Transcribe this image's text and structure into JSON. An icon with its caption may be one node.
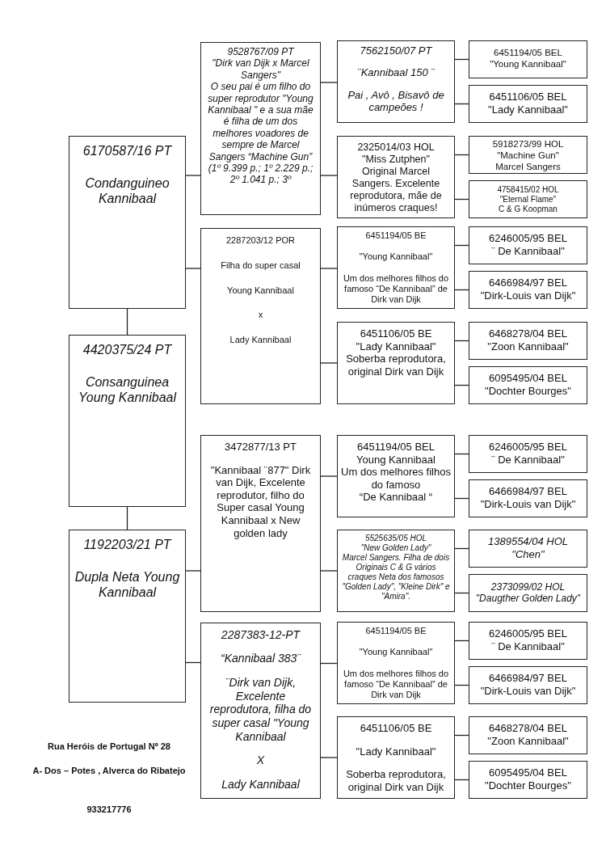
{
  "diagram": {
    "nodes": [
      {
        "text": [
          "6170587/16 PT",
          "Condanguineo Kannibaal"
        ]
      },
      {
        "text": [
          "9528767/09 PT",
          "\"Dirk van Dijk x Marcel Sangers\"",
          "O seu pai é um filho do super reprodutor \"Young Kannibaal \" e a sua mãe é filha de um dos melhores voadores de sempre de Marcel Sangers “Machine Gun” (1º 9.399 p.; 1º 2.229 p.; 2º 1.041 p.; 3º"
        ]
      },
      {
        "text": [
          "7562150/07 PT",
          "¨Kannibaal 150 ¨",
          "Pai , Avô , Bisavô de campeões !"
        ]
      },
      {
        "text": [
          "6451194/05 BEL",
          "\"Young Kannibaal\""
        ]
      },
      {
        "text": [
          "6451106/05 BEL",
          "\"Lady Kannibaal\""
        ]
      },
      {
        "text": [
          "2325014/03 HOL",
          "\"Miss Zutphen\"",
          "Original Marcel Sangers. Excelente reprodutora, mãe de inúmeros craques!"
        ]
      },
      {
        "text": [
          "5918273/99 HOL",
          "\"Machine Gun\"",
          "Marcel Sangers"
        ]
      },
      {
        "text": [
          "4758415/02 HOL",
          "\"Eternal Flame\"",
          "C & G Koopman"
        ]
      },
      {
        "text": [
          "2287203/12 POR",
          "Filha do super casal",
          "Young Kannibaal",
          "x",
          "Lady Kannibaal"
        ]
      },
      {
        "text": [
          "6451194/05 BE",
          "\"Young Kannibaal\"",
          "Um dos melhores filhos do famoso “De Kannibaal” de Dirk van Dijk"
        ]
      },
      {
        "text": [
          "6246005/95 BEL",
          "¨ De Kannibaal\""
        ]
      },
      {
        "text": [
          "6466984/97 BEL",
          "\"Dirk-Louis van Dijk\""
        ]
      },
      {
        "text": [
          "6451106/05 BE",
          "\"Lady Kannibaal\"",
          "Soberba reprodutora, original Dirk van Dijk"
        ]
      },
      {
        "text": [
          "6468278/04 BEL",
          "\"Zoon Kannibaal\""
        ]
      },
      {
        "text": [
          "6095495/04 BEL",
          "\"Dochter Bourges\""
        ]
      },
      {
        "text": [
          "4420375/24 PT",
          "Consanguinea Young Kannibaal"
        ]
      },
      {
        "text": [
          "3472877/13 PT",
          "\"Kannibaal ¨877\" Dirk van Dijk, Excelente reprodutor, filho do Super casal Young Kannibaal x New golden lady"
        ]
      },
      {
        "text": [
          "6451194/05 BEL",
          "Young Kannibaal",
          "Um dos melhores filhos do famoso",
          "“De Kannibaal “"
        ]
      },
      {
        "text": [
          "6246005/95 BEL",
          "¨ De Kannibaal\""
        ]
      },
      {
        "text": [
          "6466984/97 BEL",
          "\"Dirk-Louis van Dijk\""
        ]
      },
      {
        "text": [
          "5525635/05 HOL",
          "\"New Golden Lady\"",
          "Marcel Sangers. Filha de dois Originais C & G vários craques Neta dos famosos \"Golden Lady\", \"Kleine Dirk\" e \"Amira\"."
        ]
      },
      {
        "text": [
          "1389554/04 HOL",
          "\"Chen\""
        ]
      },
      {
        "text": [
          "2373099/02 HOL",
          "\"Daugther Golden Lady\""
        ]
      },
      {
        "text": [
          "1192203/21 PT",
          "Dupla Neta Young Kannibaal"
        ]
      },
      {
        "text": [
          "2287383-12-PT",
          "“Kannibaal 383¨",
          "¨Dirk van Dijk, Excelente reprodutora, filha do super casal \"Young Kannibaal",
          "X",
          "Lady Kannibaal"
        ]
      },
      {
        "text": [
          "6451194/05 BE",
          "\"Young Kannibaal\"",
          "Um dos melhores filhos do famoso “De Kannibaal” de Dirk van Dijk"
        ]
      },
      {
        "text": [
          "6246005/95 BEL",
          "¨ De Kannibaal\""
        ]
      },
      {
        "text": [
          "6466984/97 BEL",
          "\"Dirk-Louis van Dijk\""
        ]
      },
      {
        "text": [
          "6451106/05 BE",
          "\"Lady Kannibaal\"",
          "Soberba reprodutora, original Dirk van Dijk"
        ]
      },
      {
        "text": [
          "6468278/04 BEL",
          "\"Zoon Kannibaal\""
        ]
      },
      {
        "text": [
          "6095495/04 BEL",
          "\"Dochter Bourges\""
        ]
      }
    ],
    "edges": [
      {
        "from": 0,
        "to": 1,
        "arrow": "none"
      },
      {
        "from": 0,
        "to": 8,
        "arrow": "none"
      },
      {
        "from": 1,
        "to": 2,
        "arrow": "none"
      },
      {
        "from": 1,
        "to": 5,
        "arrow": "none"
      },
      {
        "from": 2,
        "to": 3,
        "arrow": "none"
      },
      {
        "from": 2,
        "to": 4,
        "arrow": "none"
      },
      {
        "from": 5,
        "to": 6,
        "arrow": "none"
      },
      {
        "from": 5,
        "to": 7,
        "arrow": "none"
      },
      {
        "from": 8,
        "to": 9,
        "arrow": "none"
      },
      {
        "from": 8,
        "to": 12,
        "arrow": "none"
      },
      {
        "from": 9,
        "to": 10,
        "arrow": "none"
      },
      {
        "from": 9,
        "to": 11,
        "arrow": "none"
      },
      {
        "from": 12,
        "to": 13,
        "arrow": "none"
      },
      {
        "from": 12,
        "to": 14,
        "arrow": "none"
      },
      {
        "from": 0,
        "to": 15,
        "arrow": "none"
      },
      {
        "from": 15,
        "to": 23,
        "arrow": "none"
      },
      {
        "from": 23,
        "to": 16,
        "arrow": "none"
      },
      {
        "from": 23,
        "to": 24,
        "arrow": "none"
      },
      {
        "from": 16,
        "to": 17,
        "arrow": "none"
      },
      {
        "from": 16,
        "to": 20,
        "arrow": "none"
      },
      {
        "from": 17,
        "to": 18,
        "arrow": "none"
      },
      {
        "from": 17,
        "to": 19,
        "arrow": "none"
      },
      {
        "from": 20,
        "to": 21,
        "arrow": "none"
      },
      {
        "from": 20,
        "to": 22,
        "arrow": "none"
      },
      {
        "from": 24,
        "to": 25,
        "arrow": "none"
      },
      {
        "from": 24,
        "to": 28,
        "arrow": "none"
      },
      {
        "from": 25,
        "to": 26,
        "arrow": "none"
      },
      {
        "from": 25,
        "to": 27,
        "arrow": "none"
      },
      {
        "from": 28,
        "to": 29,
        "arrow": "none"
      },
      {
        "from": 28,
        "to": 30,
        "arrow": "none"
      }
    ],
    "labels": [
      "Rua Heróis de Portugal Nº 28",
      "A- Dos – Potes , Alverca do Ribatejo",
      "933217776"
    ]
  }
}
